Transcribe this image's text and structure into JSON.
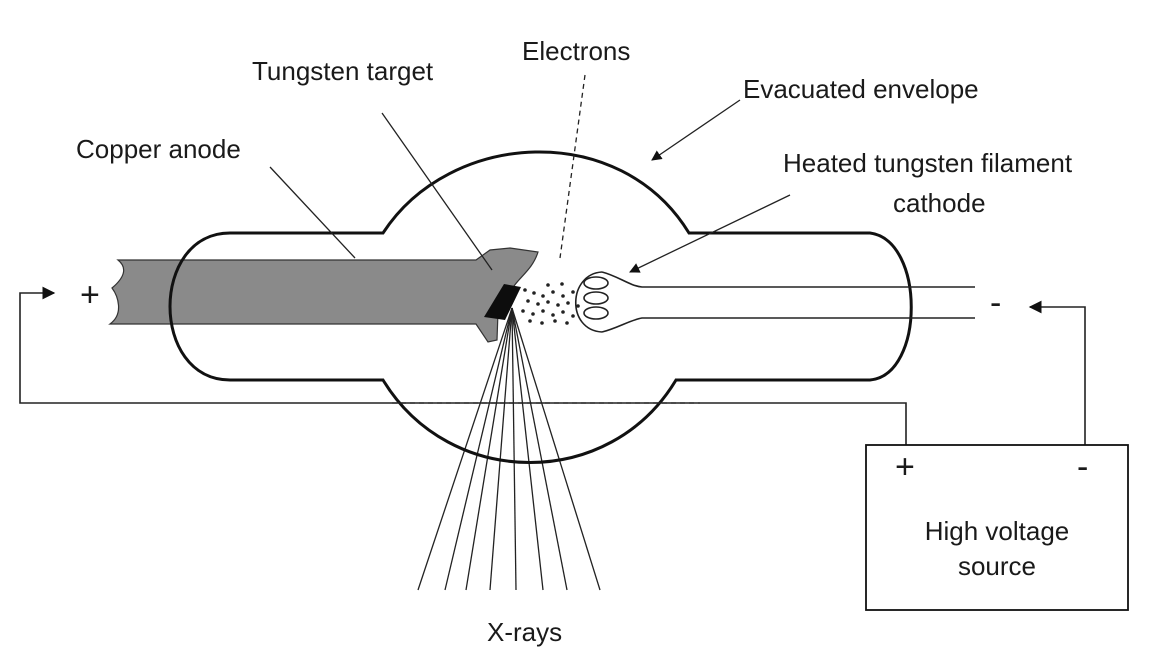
{
  "labels": {
    "tungsten_target": "Tungsten target",
    "electrons": "Electrons",
    "evacuated_envelope": "Evacuated envelope",
    "copper_anode": "Copper anode",
    "filament_line1": "Heated tungsten filament",
    "filament_line2": "cathode",
    "xrays": "X-rays",
    "source_line1": "High voltage",
    "source_line2": "source"
  },
  "terminals": {
    "anode_sign": "+",
    "cathode_sign": "-",
    "source_plus": "+",
    "source_minus": "-"
  },
  "colors": {
    "line": "#111111",
    "anode_fill": "#8a8a8a",
    "target_fill": "#0d0d0d",
    "background": "#ffffff"
  }
}
